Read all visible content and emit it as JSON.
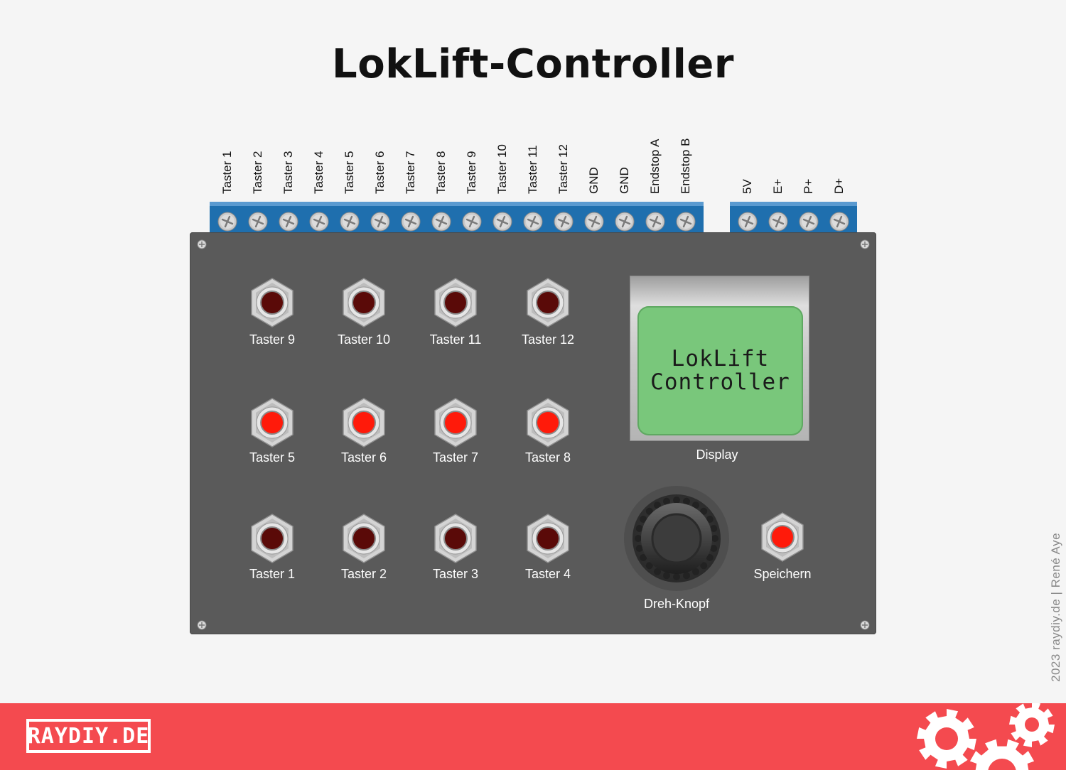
{
  "title": "LokLift-Controller",
  "terminals": {
    "left": [
      "Taster 1",
      "Taster 2",
      "Taster 3",
      "Taster 4",
      "Taster 5",
      "Taster 6",
      "Taster 7",
      "Taster 8",
      "Taster 9",
      "Taster 10",
      "Taster 11",
      "Taster 12",
      "GND",
      "GND",
      "Endstop A",
      "Endstop B"
    ],
    "right": [
      "5V",
      "E+",
      "P+",
      "D+"
    ]
  },
  "buttons": {
    "top_row": [
      "Taster 9",
      "Taster 10",
      "Taster 11",
      "Taster 12"
    ],
    "middle_row": [
      "Taster 5",
      "Taster 6",
      "Taster 7",
      "Taster 8"
    ],
    "bottom_row": [
      "Taster 1",
      "Taster 2",
      "Taster 3",
      "Taster 4"
    ],
    "save": "Speichern"
  },
  "display": {
    "line1": "LokLift",
    "line2": "Controller",
    "label": "Display"
  },
  "knob": {
    "label": "Dreh-Knopf"
  },
  "colors": {
    "led_dark": "#5a0a08",
    "led_bright": "#ff1a0a",
    "panel": "#5a5a5a",
    "terminal_block": "#1f6fae",
    "lcd": "#79c77b",
    "footer": "#f44a4f"
  },
  "footer": {
    "logo": "RAYDIY.DE",
    "credit": "2023 raydiy.de | René Aye"
  }
}
